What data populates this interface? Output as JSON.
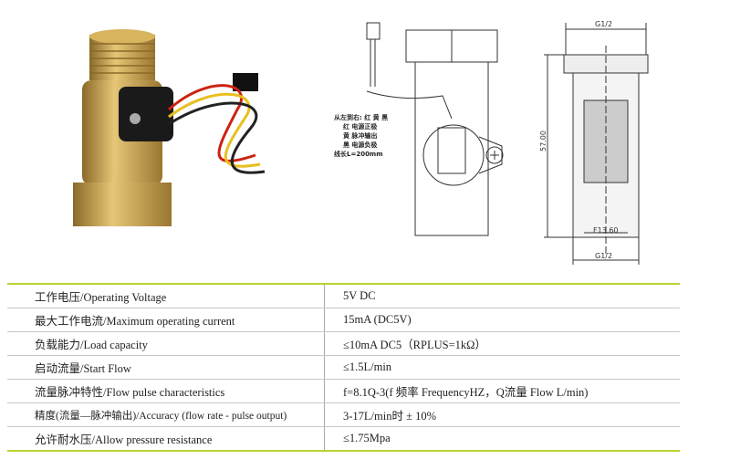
{
  "diagram": {
    "wire_legend": {
      "title": "从左到右: 红 黄 黑",
      "lines": [
        "红 电源正极",
        "黄 脉冲输出",
        "黑 电源负极"
      ],
      "length": "线长L=200mm"
    },
    "dimensions": {
      "top_thread": "G1/2",
      "height": "57.00",
      "inner": "F13.60",
      "bottom_thread": "G1/2"
    }
  },
  "specs": [
    {
      "label": "工作电压/Operating Voltage",
      "value": "5V DC"
    },
    {
      "label": "最大工作电流/Maximum operating current",
      "value": "15mA (DC5V)"
    },
    {
      "label": "负载能力/Load capacity",
      "value": "≤10mA DC5（RPLUS=1kΩ）"
    },
    {
      "label": "启动流量/Start Flow",
      "value": "≤1.5L/min"
    },
    {
      "label": "流量脉冲特性/Flow pulse characteristics",
      "value": "f=8.1Q-3(f 频率 FrequencyHZ，Q流量 Flow L/min)"
    },
    {
      "label": "精度(流量—脉冲输出)/Accuracy (flow rate - pulse output)",
      "value": "3-17L/min时 ± 10%"
    },
    {
      "label": "允许耐水压/Allow pressure resistance",
      "value": "≤1.75Mpa"
    }
  ],
  "colors": {
    "accent_line": "#b8d432",
    "brass": "#c9a24a"
  }
}
